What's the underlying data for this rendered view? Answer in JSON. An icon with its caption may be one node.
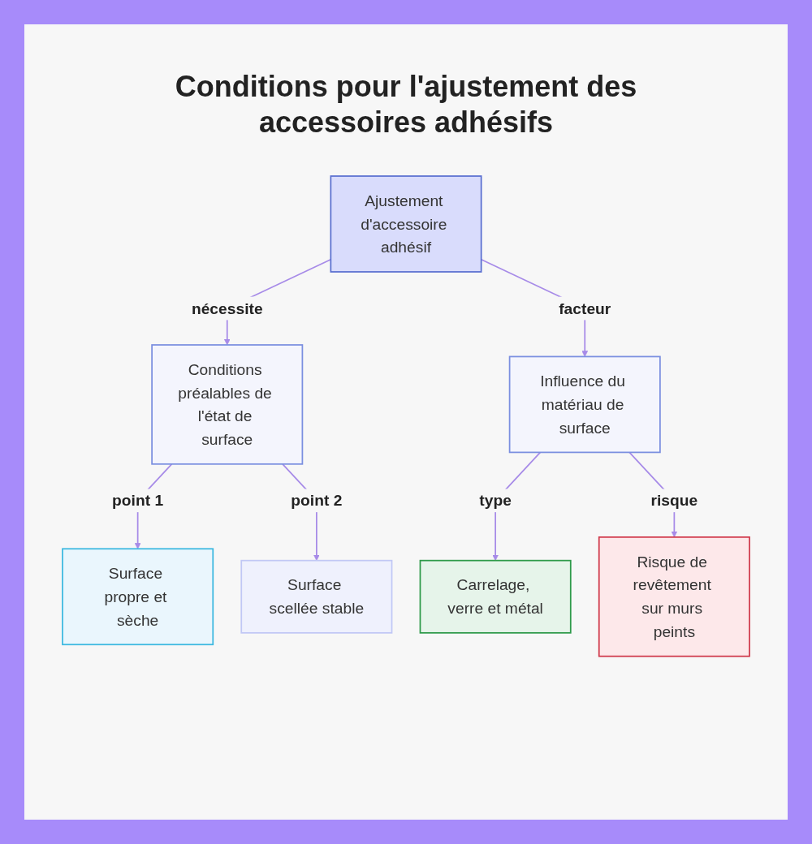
{
  "diagram": {
    "title": "Conditions pour l'ajustement des accessoires adhésifs",
    "nodes": [
      {
        "text": [
          "Ajustement d'accessoire adhésif"
        ]
      },
      {
        "text": [
          "Conditions préalables de l'état de surface"
        ]
      },
      {
        "text": [
          "Influence du matériau de surface"
        ]
      },
      {
        "text": [
          "Surface propre et sèche"
        ]
      },
      {
        "text": [
          "Surface scellée stable"
        ]
      },
      {
        "text": [
          "Carrelage, verre et métal"
        ]
      },
      {
        "text": [
          "Risque de revêtement sur murs peints"
        ]
      }
    ],
    "edges": [
      {
        "from": 0,
        "to": 1,
        "arrow": "to",
        "label": "nécessite"
      },
      {
        "from": 0,
        "to": 2,
        "arrow": "to",
        "label": "facteur"
      },
      {
        "from": 1,
        "to": 3,
        "arrow": "to",
        "label": "point 1"
      },
      {
        "from": 1,
        "to": 4,
        "arrow": "to",
        "label": "point 2"
      },
      {
        "from": 2,
        "to": 5,
        "arrow": "to",
        "label": "type"
      },
      {
        "from": 2,
        "to": 6,
        "arrow": "to",
        "label": "risque"
      }
    ]
  }
}
